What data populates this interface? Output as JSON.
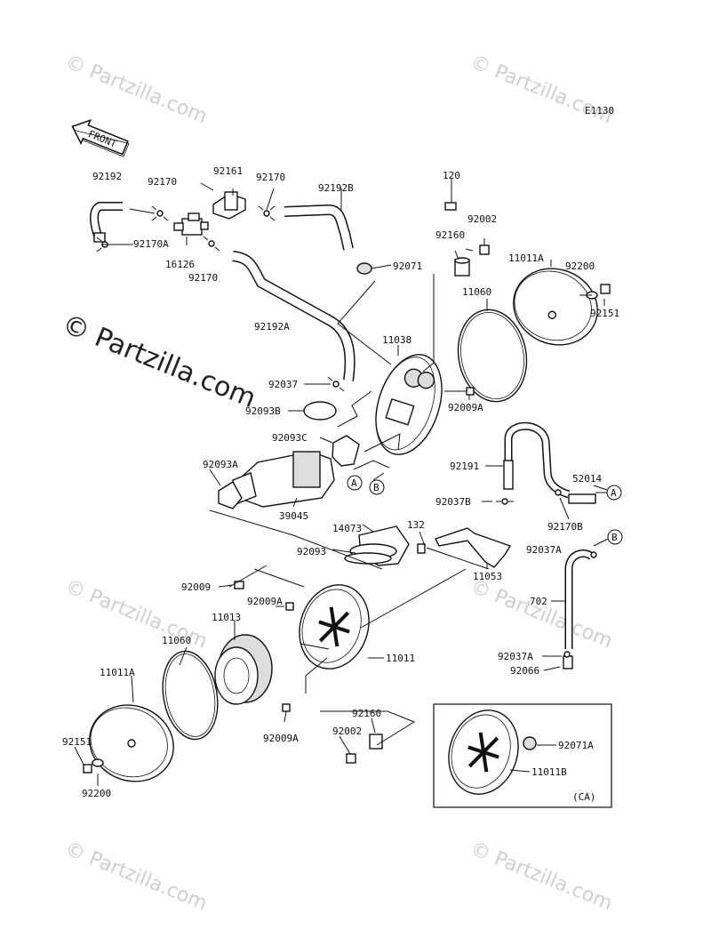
{
  "diagram_code": "E1130",
  "front_label": "FRONT",
  "watermark_text": "© Partzilla.com",
  "inset_label": "(CA)",
  "callout_letters": {
    "a": "A",
    "b": "B"
  },
  "part_labels": [
    {
      "id": "p92192",
      "text": "92192"
    },
    {
      "id": "p92170a",
      "text": "92170"
    },
    {
      "id": "p92161",
      "text": "92161"
    },
    {
      "id": "p92170b",
      "text": "92170"
    },
    {
      "id": "p92192B",
      "text": "92192B"
    },
    {
      "id": "p120",
      "text": "120"
    },
    {
      "id": "p92170A",
      "text": "92170A"
    },
    {
      "id": "p16126",
      "text": "16126"
    },
    {
      "id": "p92170c",
      "text": "92170"
    },
    {
      "id": "p92071",
      "text": "92071"
    },
    {
      "id": "p92002a",
      "text": "92002"
    },
    {
      "id": "p92160a",
      "text": "92160"
    },
    {
      "id": "p11011Aa",
      "text": "11011A"
    },
    {
      "id": "p92200a",
      "text": "92200"
    },
    {
      "id": "p11060a",
      "text": "11060"
    },
    {
      "id": "p92151a",
      "text": "92151"
    },
    {
      "id": "p92192A",
      "text": "92192A"
    },
    {
      "id": "p11038",
      "text": "11038"
    },
    {
      "id": "p92037",
      "text": "92037"
    },
    {
      "id": "p92093B",
      "text": "92093B"
    },
    {
      "id": "p92009Aa",
      "text": "92009A"
    },
    {
      "id": "p92093C",
      "text": "92093C"
    },
    {
      "id": "p92191",
      "text": "92191"
    },
    {
      "id": "p52014",
      "text": "52014"
    },
    {
      "id": "p92093A",
      "text": "92093A"
    },
    {
      "id": "p92037B",
      "text": "92037B"
    },
    {
      "id": "p39045",
      "text": "39045"
    },
    {
      "id": "p92170B",
      "text": "92170B"
    },
    {
      "id": "p14073",
      "text": "14073"
    },
    {
      "id": "p132",
      "text": "132"
    },
    {
      "id": "p92037Aa",
      "text": "92037A"
    },
    {
      "id": "p92093",
      "text": "92093"
    },
    {
      "id": "p11053",
      "text": "11053"
    },
    {
      "id": "p92009",
      "text": "92009"
    },
    {
      "id": "p92009Ab",
      "text": "92009A"
    },
    {
      "id": "p702",
      "text": "702"
    },
    {
      "id": "p11013",
      "text": "11013"
    },
    {
      "id": "p11060b",
      "text": "11060"
    },
    {
      "id": "p11011",
      "text": "11011"
    },
    {
      "id": "p92037Ab",
      "text": "92037A"
    },
    {
      "id": "p11011Ab",
      "text": "11011A"
    },
    {
      "id": "p92066",
      "text": "92066"
    },
    {
      "id": "p92160b",
      "text": "92160"
    },
    {
      "id": "p92002b",
      "text": "92002"
    },
    {
      "id": "p92009Ac",
      "text": "92009A"
    },
    {
      "id": "p92071A",
      "text": "92071A"
    },
    {
      "id": "p92151b",
      "text": "92151"
    },
    {
      "id": "p11011B",
      "text": "11011B"
    },
    {
      "id": "p92200b",
      "text": "92200"
    }
  ]
}
